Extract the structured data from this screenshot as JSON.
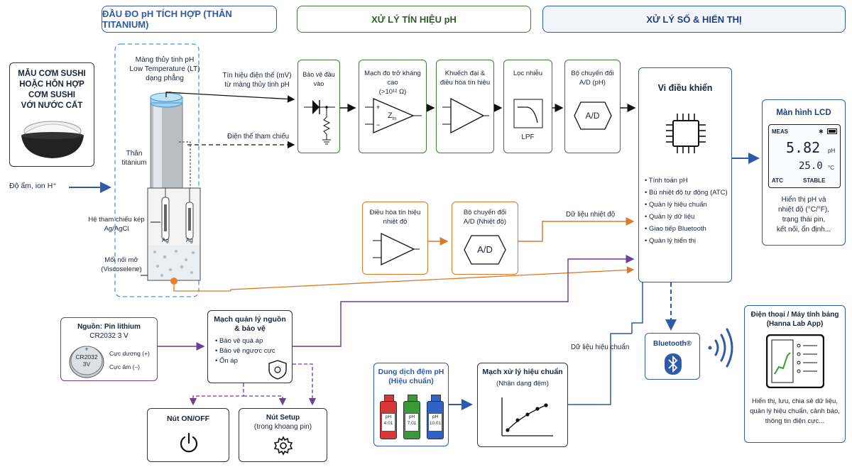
{
  "headers": {
    "probe": "ĐẦU ĐO pH TÍCH HỢP (THÂN TITANIUM)",
    "signal": "XỬ LÝ TÍN HIỆU pH",
    "digital": "XỬ LÝ SỐ & HIỂN THỊ"
  },
  "sample": {
    "lines": [
      "MẪU CƠM SUSHI",
      "HOẶC HỖN HỢP",
      "CƠM SUSHI",
      "VỚI NƯỚC CẤT"
    ],
    "input_label": "Độ ẩm, ion H⁺"
  },
  "probe": {
    "glass_label": [
      "Màng thủy tinh pH",
      "Low Temperature (LT)",
      "dạng phẳng"
    ],
    "body_label": [
      "Thân",
      "titanium"
    ],
    "ref_label": [
      "Hệ tham chiếu kép",
      "Ag/AgCl"
    ],
    "ag": "Ag",
    "junction_label": [
      "Mối nối mở",
      "(Viscoselene)"
    ]
  },
  "signals": {
    "mv": [
      "Tín hiệu điện thế (mV)",
      "từ màng thủy tinh pH"
    ],
    "ref": "Điện thế tham chiếu",
    "temp_data": "Dữ liệu nhiệt độ",
    "cal_data": "Dữ liệu hiệu chuẩn"
  },
  "chain": {
    "protect": "Bảo vệ đầu vào",
    "hiz": [
      "Mạch đo trở kháng cao",
      "(>10¹² Ω)"
    ],
    "zin": "Z",
    "zin_sub": "in",
    "amp": [
      "Khuếch đại &",
      "điều hòa tín hiệu"
    ],
    "filter": "Lọc nhiễu",
    "lpf": "LPF",
    "adc": [
      "Bộ chuyển đổi",
      "A/D (pH)"
    ],
    "adc_sym": "A/D"
  },
  "temp": {
    "cond": [
      "Điều hòa tín hiệu",
      "nhiệt độ"
    ],
    "adc": [
      "Bộ chuyển đổi",
      "A/D (Nhiệt độ)"
    ],
    "adc_sym": "A/D"
  },
  "mcu": {
    "title": "Vi điều khiển",
    "features": [
      "Tính toán pH",
      "Bù nhiệt độ tự động (ATC)",
      "Quản lý hiệu chuẩn",
      "Quản lý dữ liệu",
      "Giao tiếp Bluetooth",
      "Quản lý hiển thị"
    ]
  },
  "lcd": {
    "title": "Màn hình LCD",
    "meas": "MEAS",
    "ph_value": "5.82",
    "ph_unit": "pH",
    "temp_value": "25.0",
    "temp_unit": "°C",
    "atc": "ATC",
    "stable": "STABLE",
    "desc": [
      "Hiển thị pH và",
      "nhiệt độ (°C/°F),",
      "trạng thái pin,",
      "kết nối, ổn định..."
    ]
  },
  "power": {
    "title": [
      "Nguồn: Pin lithium",
      "CR2032 3 V"
    ],
    "coin": [
      "CR2032",
      "3V"
    ],
    "plus": "+",
    "pos": "Cực dương (+)",
    "neg": "Cực âm (–)"
  },
  "pmgmt": {
    "title": [
      "Mạch quản lý nguồn",
      "& bảo vệ"
    ],
    "items": [
      "Bảo vệ quá áp",
      "Bảo vệ ngược cực",
      "Ổn áp"
    ]
  },
  "buttons": {
    "onoff": "Nút ON/OFF",
    "setup": [
      "Nút Setup",
      "(trong khoang pin)"
    ]
  },
  "buffer": {
    "title": [
      "Dung dịch đệm pH",
      "(Hiệu chuẩn)"
    ],
    "bottles": [
      {
        "ph": "pH",
        "value": "4.01",
        "color": "#d93636"
      },
      {
        "ph": "pH",
        "value": "7.01",
        "color": "#3a9a3a"
      },
      {
        "ph": "pH",
        "value": "10.01",
        "color": "#2f63c9"
      }
    ]
  },
  "cal": {
    "title": "Mạch xử lý hiệu chuẩn",
    "sub": "(Nhận dạng đệm)"
  },
  "bluetooth": {
    "label": "Bluetooth®"
  },
  "phone": {
    "title": [
      "Điện thoại / Máy tính bảng",
      "(Hanna Lab App)"
    ],
    "desc": [
      "Hiển thị, lưu, chia sẻ dữ liệu,",
      "quản lý hiệu chuẩn, cảnh báo,",
      "thông tin điện cực..."
    ]
  },
  "colors": {
    "green": "#3f7a35",
    "blue": "#2f5aa8",
    "orange": "#d97a2b",
    "purple": "#6b3f9a"
  }
}
